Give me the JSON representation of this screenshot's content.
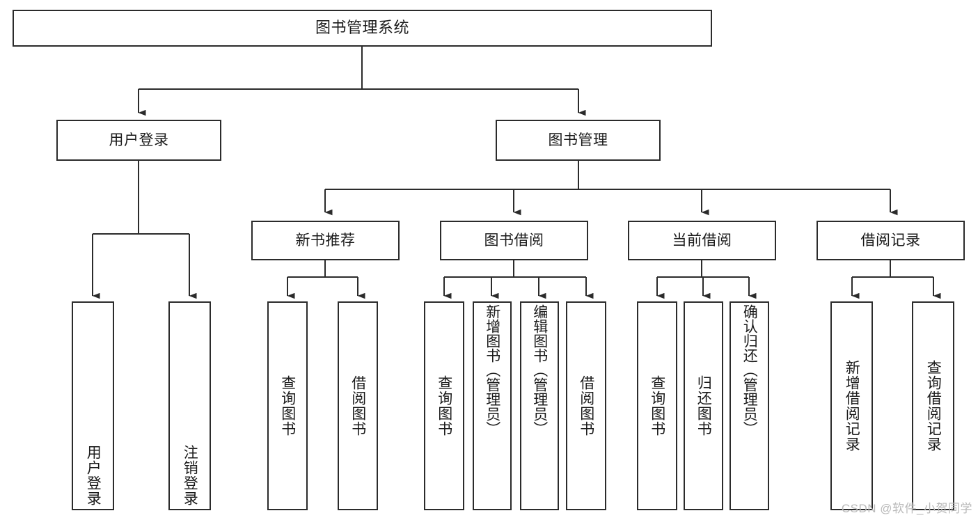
{
  "diagram": {
    "type": "tree-hierarchy",
    "title": "图书管理系统",
    "watermark": "CSDN @软件_小贺同学",
    "colors": {
      "stroke": "#2b2b2b",
      "fill": "#ffffff",
      "text": "#1a1a1a",
      "watermark": "#b9b9b9"
    },
    "root": {
      "label": "图书管理系统"
    },
    "level2": [
      {
        "id": "user-login",
        "label": "用户登录"
      },
      {
        "id": "book-management",
        "label": "图书管理"
      }
    ],
    "level3": [
      {
        "id": "new-book-recommend",
        "label": "新书推荐"
      },
      {
        "id": "book-borrow",
        "label": "图书借阅"
      },
      {
        "id": "current-borrow",
        "label": "当前借阅"
      },
      {
        "id": "borrow-record",
        "label": "借阅记录"
      }
    ],
    "leaves": {
      "user_login": [
        {
          "id": "leaf-user-login",
          "label": "用户登录"
        },
        {
          "id": "leaf-logout-login",
          "label": "注销登录"
        }
      ],
      "new_book_recommend": [
        {
          "id": "leaf-query-book-1",
          "label": "查询图书"
        },
        {
          "id": "leaf-borrow-book-1",
          "label": "借阅图书"
        }
      ],
      "book_borrow": [
        {
          "id": "leaf-query-book-2",
          "label": "查询图书"
        },
        {
          "id": "leaf-add-book",
          "label": "新增图书（管理员）"
        },
        {
          "id": "leaf-edit-book",
          "label": "编辑图书（管理员）"
        },
        {
          "id": "leaf-borrow-book-2",
          "label": "借阅图书"
        }
      ],
      "current_borrow": [
        {
          "id": "leaf-query-book-3",
          "label": "查询图书"
        },
        {
          "id": "leaf-return-book",
          "label": "归还图书"
        },
        {
          "id": "leaf-confirm-return",
          "label": "确认归还（管理员）"
        }
      ],
      "borrow_record": [
        {
          "id": "leaf-add-record",
          "label": "新增借阅记录"
        },
        {
          "id": "leaf-query-record",
          "label": "查询借阅记录"
        }
      ]
    }
  }
}
